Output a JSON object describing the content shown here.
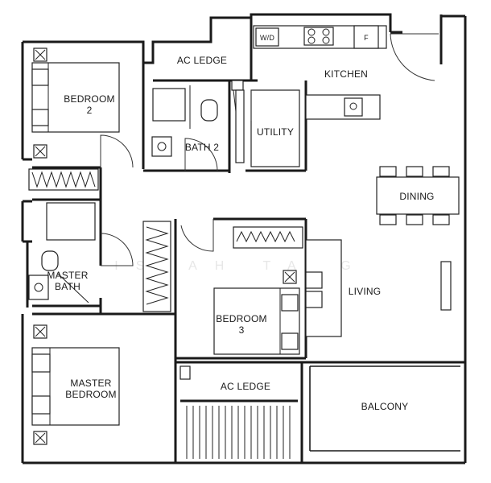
{
  "rooms": {
    "ac_ledge_top": "AC LEDGE",
    "kitchen": "KITCHEN",
    "bedroom2_line1": "BEDROOM",
    "bedroom2_line2": "2",
    "bath2": "BATH 2",
    "utility": "UTILITY",
    "dining": "DINING",
    "master_bath_line1": "MASTER",
    "master_bath_line2": "BATH",
    "living": "LIVING",
    "bedroom3_line1": "BEDROOM",
    "bedroom3_line2": "3",
    "master_bedroom_line1": "MASTER",
    "master_bedroom_line2": "BEDROOM",
    "ac_ledge_bottom": "AC LEDGE",
    "balcony": "BALCONY"
  },
  "appliances": {
    "washer_dryer": "W/D",
    "fridge": "F"
  },
  "watermark": "ISAAH TANG"
}
